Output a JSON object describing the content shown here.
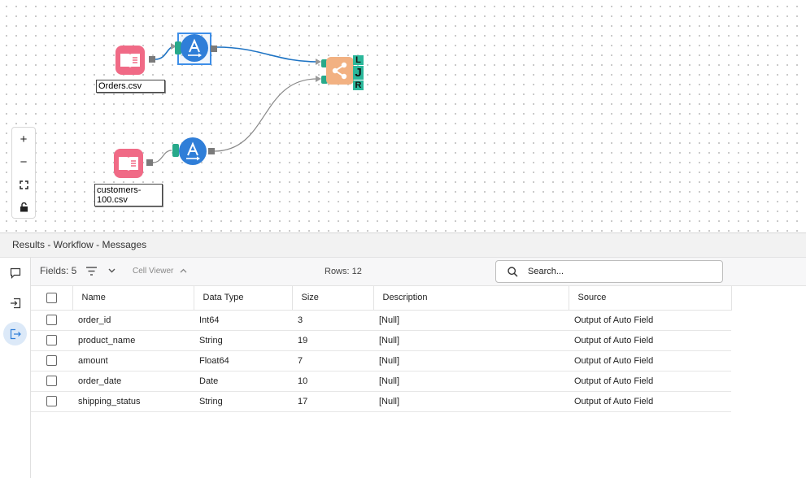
{
  "canvas": {
    "nodes": {
      "orders_label": "Orders.csv",
      "customers_label": "customers-100.csv",
      "join_outputs": {
        "left": "L",
        "join": "J",
        "right": "R"
      }
    },
    "zoom_controls": {
      "zoom_in": "+",
      "zoom_out": "−"
    }
  },
  "results": {
    "title": "Results - Workflow - Messages",
    "toolbar": {
      "fields": "Fields: 5",
      "cell_viewer": "Cell Viewer",
      "rows": "Rows: 12",
      "search_placeholder": "Search..."
    },
    "columns": [
      "Name",
      "Data Type",
      "Size",
      "Description",
      "Source"
    ],
    "rows": [
      [
        "order_id",
        "Int64",
        "3",
        "[Null]",
        "Output of Auto Field"
      ],
      [
        "product_name",
        "String",
        "19",
        "[Null]",
        "Output of Auto Field"
      ],
      [
        "amount",
        "Float64",
        "7",
        "[Null]",
        "Output of Auto Field"
      ],
      [
        "order_date",
        "Date",
        "10",
        "[Null]",
        "Output of Auto Field"
      ],
      [
        "shipping_status",
        "String",
        "17",
        "[Null]",
        "Output of Auto Field"
      ]
    ]
  },
  "colors": {
    "input_tool": "#f06a86",
    "auto_field_tool": "#2f7ed8",
    "join_tool": "#f2b182",
    "anchor": "#27a98a",
    "selected_wire": "#1f74c4"
  }
}
